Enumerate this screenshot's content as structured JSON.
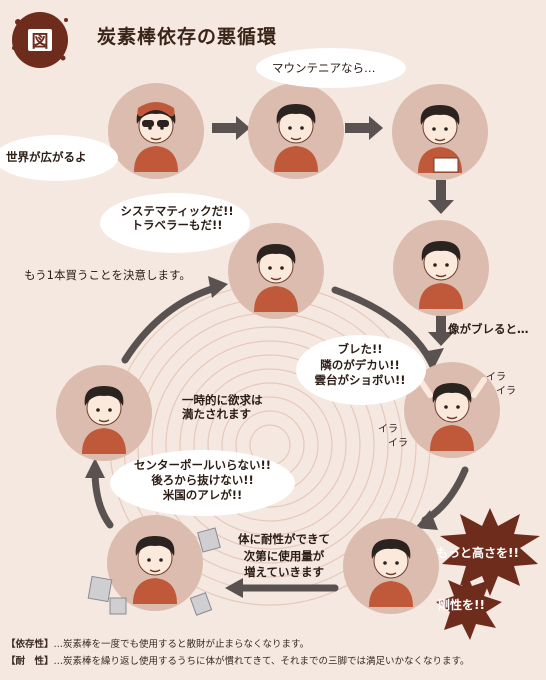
{
  "title": {
    "badge": "図",
    "text": "炭素棒依存の悪循環"
  },
  "speech": {
    "sekai": "世界が広がるよ",
    "mountain": "マウンテニアなら…",
    "system_1": "システマティックだ!!",
    "system_2": "トラベラーもだ!!",
    "bure_1": "ブレた!!",
    "bure_2": "隣のがデカい!!",
    "bure_3": "雲台がショボい!!",
    "center_1": "センターポールいらない!!",
    "center_2": "後ろから抜けない!!",
    "center_3": "米国のアレが!!",
    "motto": "もっと高さを!!",
    "gousei": "剛性を!!"
  },
  "captions": {
    "kesui": "もう1本買うことを決意します。",
    "zou": "像がブレると…",
    "ichiji_1": "一時的に欲求は",
    "ichiji_2": "満たされます",
    "taini_1": "体に耐性ができて",
    "taini_2": "次第に使用量が",
    "taini_3": "増えていきます",
    "ira": "イラ"
  },
  "notes": [
    {
      "key": "【依存性】",
      "text": "…炭素棒を一度でも使用すると散財が止まらなくなります。"
    },
    {
      "key": "【耐　性】",
      "text": "…炭素棒を繰り返し使用するうちに体が慣れてきて、それまでの三脚では満足いかなくなります。"
    }
  ],
  "colors": {
    "accent": "#6e2c1c",
    "circle": "#dcbcae",
    "shirt": "#c0593a",
    "arrow": "#5a5250"
  }
}
